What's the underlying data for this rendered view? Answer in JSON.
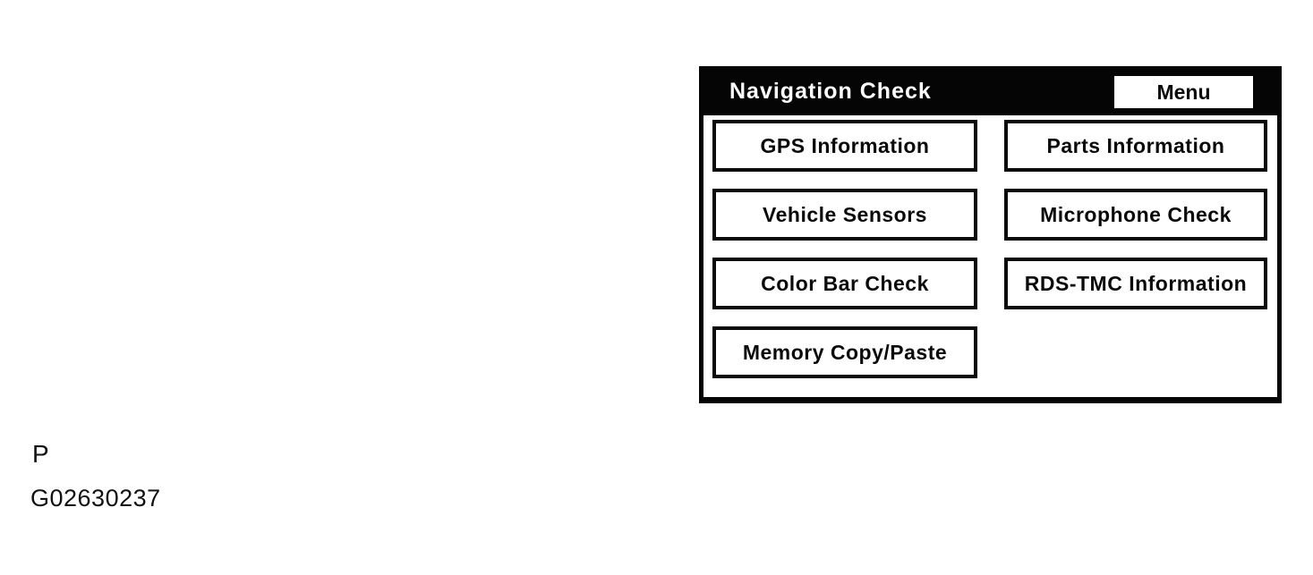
{
  "panel": {
    "title": "Navigation Check",
    "menu_button_label": "Menu",
    "buttons": [
      {
        "label": "GPS Information"
      },
      {
        "label": "Parts Information"
      },
      {
        "label": "Vehicle Sensors"
      },
      {
        "label": "Microphone Check"
      },
      {
        "label": "Color Bar Check"
      },
      {
        "label": "RDS-TMC Information"
      },
      {
        "label": "Memory Copy/Paste"
      }
    ],
    "colors": {
      "titlebar_bg": "#050505",
      "titlebar_text": "#ffffff",
      "button_bg": "#ffffff",
      "button_border": "#0a0a0a",
      "button_text": "#0a0a0a"
    }
  },
  "figure": {
    "caption_letter": "P",
    "figure_id": "G02630237"
  }
}
